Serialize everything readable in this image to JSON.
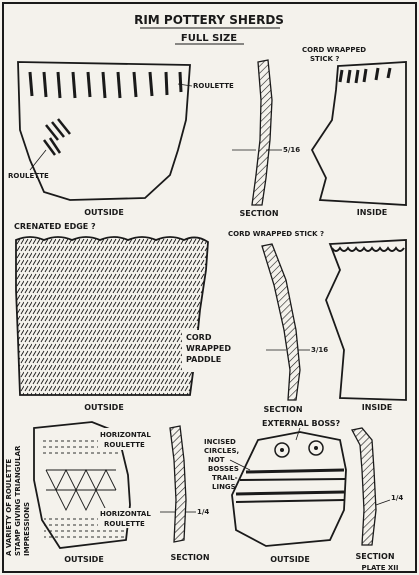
{
  "title": "RIM POTTERY SHERDS",
  "subtitle": "FULL SIZE",
  "colors": {
    "ink": "#1a1a1a",
    "paper": "#f4f2ec"
  },
  "row1": {
    "roulette_top": "ROULETTE",
    "roulette_side": "ROULETTE",
    "outside": "OUTSIDE",
    "section": "SECTION",
    "thickness": "5/16",
    "cord_label_1": "CORD WRAPPED",
    "cord_label_2": "STICK ?",
    "inside": "INSIDE"
  },
  "row2": {
    "crenated": "CRENATED EDGE ?",
    "cord_paddle_1": "CORD",
    "cord_paddle_2": "WRAPPED",
    "cord_paddle_3": "PADDLE",
    "outside": "OUTSIDE",
    "cord_stick": "CORD WRAPPED STICK ?",
    "thickness": "3/16",
    "section": "SECTION",
    "inside": "INSIDE"
  },
  "row3": {
    "variety_1": "A VARIETY OF ROULETTE",
    "variety_2": "STAMP GIVING TRIANGULAR",
    "variety_3": "IMPRESSIONS",
    "horizontal_top_1": "HORIZONTAL",
    "horizontal_top_2": "ROULETTE",
    "horizontal_bot_1": "HORIZONTAL",
    "horizontal_bot_2": "ROULETTE",
    "outside_left": "OUTSIDE",
    "thickness_left": "1/4",
    "section_left": "SECTION",
    "bosses": "EXTERNAL BOSS?",
    "incised_1": "INCISED",
    "incised_2": "CIRCLES,",
    "incised_3": "NOT",
    "incised_4": "BOSSES",
    "incised_5": "TRAIL-",
    "incised_6": "LINGS",
    "outside_right": "OUTSIDE",
    "thickness_right": "1/4",
    "section_right": "SECTION",
    "plate": "PLATE XII"
  }
}
